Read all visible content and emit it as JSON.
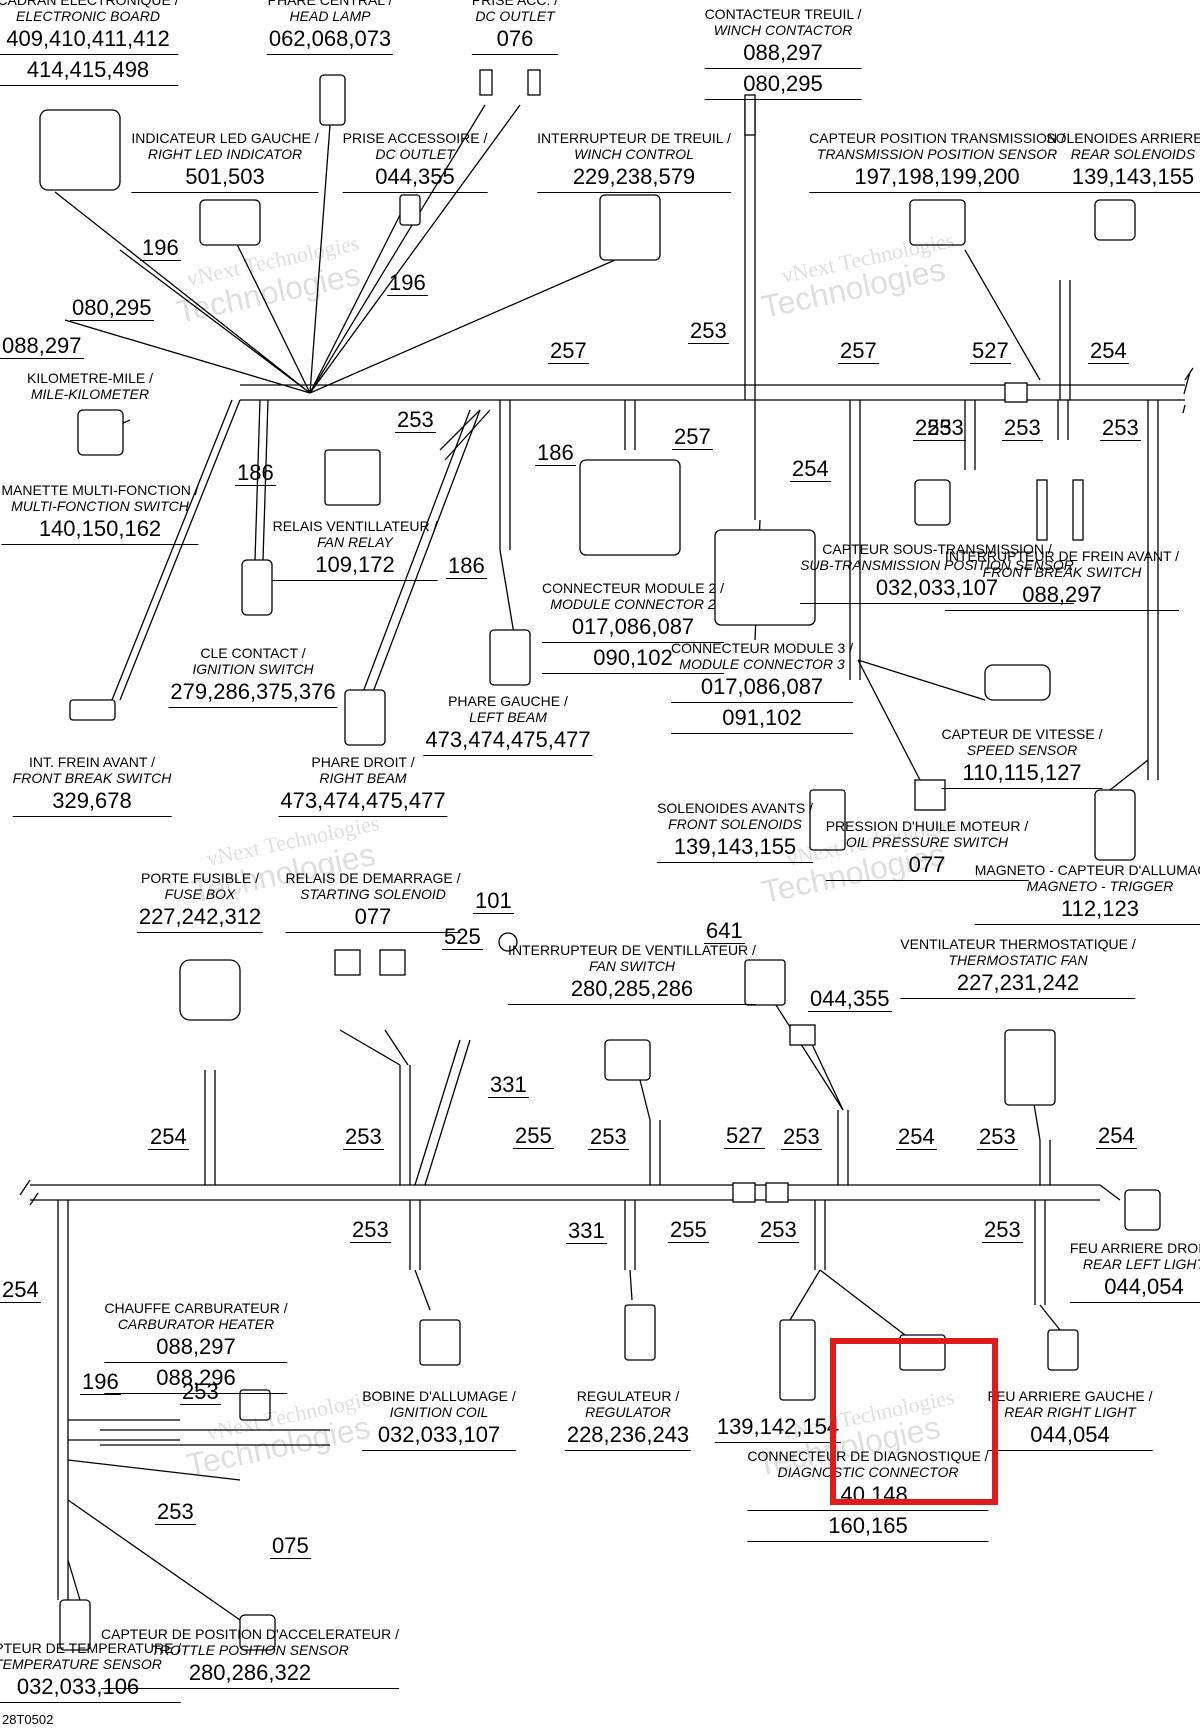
{
  "doc_code": "28T0502",
  "highlight_color": "#e01b1b",
  "watermark": {
    "line1": "vNext Technologies",
    "line2": "Technologies"
  },
  "components": [
    {
      "id": "electronic-board",
      "fr": "CADRAN ELECTRONIQUE /",
      "en": "ELECTRONIC BOARD",
      "numbers": [
        "409,410,411,412",
        "414,415,498"
      ]
    },
    {
      "id": "head-lamp",
      "fr": "PHARE CENTRAL /",
      "en": "HEAD LAMP",
      "numbers": [
        "062,068,073"
      ]
    },
    {
      "id": "dc-outlet-top",
      "fr": "PRISE ACC. /",
      "en": "DC OUTLET",
      "numbers": [
        "076"
      ]
    },
    {
      "id": "winch-contactor",
      "fr": "CONTACTEUR TREUIL /",
      "en": "WINCH CONTACTOR",
      "numbers": [
        "088,297",
        "080,295"
      ]
    },
    {
      "id": "right-led-indicator",
      "fr": "INDICATEUR LED GAUCHE /",
      "en": "RIGHT LED INDICATOR",
      "numbers": [
        "501,503"
      ]
    },
    {
      "id": "dc-outlet-accessory",
      "fr": "PRISE ACCESSOIRE /",
      "en": "DC OUTLET",
      "numbers": [
        "044,355"
      ]
    },
    {
      "id": "winch-control",
      "fr": "INTERRUPTEUR DE TREUIL /",
      "en": "WINCH CONTROL",
      "numbers": [
        "229,238,579"
      ]
    },
    {
      "id": "transmission-position-sensor",
      "fr": "CAPTEUR POSITION TRANSMISSION /",
      "en": "TRANSMISSION POSITION SENSOR",
      "numbers": [
        "197,198,199,200"
      ]
    },
    {
      "id": "rear-solenoids",
      "fr": "SOLENOIDES ARRIERES /",
      "en": "REAR SOLENOIDS",
      "numbers": [
        "139,143,155"
      ]
    },
    {
      "id": "mile-kilometer",
      "fr": "KILOMETRE-MILE /",
      "en": "MILE-KILOMETER",
      "numbers": []
    },
    {
      "id": "multi-fonction-switch",
      "fr": "MANETTE MULTI-FONCTION /",
      "en": "MULTI-FONCTION SWITCH",
      "numbers": [
        "140,150,162"
      ]
    },
    {
      "id": "fan-relay",
      "fr": "RELAIS VENTILLATEUR /",
      "en": "FAN RELAY",
      "numbers": [
        "109,172"
      ]
    },
    {
      "id": "ignition-switch",
      "fr": "CLE CONTACT /",
      "en": "IGNITION SWITCH",
      "numbers": [
        "279,286,375,376"
      ]
    },
    {
      "id": "module-connector-2",
      "fr": "CONNECTEUR MODULE 2 /",
      "en": "MODULE CONNECTOR 2",
      "numbers": [
        "017,086,087",
        "090,102"
      ]
    },
    {
      "id": "sub-transmission-sensor",
      "fr": "CAPTEUR SOUS-TRANSMISSION /",
      "en": "SUB-TRANSMISSION POSITION SENSOR",
      "numbers": [
        "032,033,107"
      ]
    },
    {
      "id": "front-break-switch-right",
      "fr": "INTERRUPTEUR DE FREIN AVANT /",
      "en": "FRONT BREAK SWITCH",
      "numbers": [
        "088,297"
      ]
    },
    {
      "id": "module-connector-3",
      "fr": "CONNECTEUR MODULE 3 /",
      "en": "MODULE CONNECTOR 3",
      "numbers": [
        "017,086,087",
        "091,102"
      ]
    },
    {
      "id": "left-beam",
      "fr": "PHARE GAUCHE /",
      "en": "LEFT BEAM",
      "numbers": [
        "473,474,475,477"
      ]
    },
    {
      "id": "right-beam",
      "fr": "PHARE DROIT /",
      "en": "RIGHT BEAM",
      "numbers": [
        "473,474,475,477"
      ]
    },
    {
      "id": "front-break-switch-left",
      "fr": "INT. FREIN AVANT /",
      "en": "FRONT BREAK SWITCH",
      "numbers": [
        "329,678"
      ]
    },
    {
      "id": "speed-sensor",
      "fr": "CAPTEUR DE VITESSE /",
      "en": "SPEED SENSOR",
      "numbers": [
        "110,115,127"
      ]
    },
    {
      "id": "front-solenoids",
      "fr": "SOLENOIDES AVANTS /",
      "en": "FRONT SOLENOIDS",
      "numbers": [
        "139,143,155"
      ]
    },
    {
      "id": "oil-pressure-switch",
      "fr": "PRESSION D'HUILE MOTEUR /",
      "en": "OIL PRESSURE SWITCH",
      "numbers": [
        "077"
      ]
    },
    {
      "id": "magneto-trigger",
      "fr": "MAGNETO - CAPTEUR D'ALLUMAGE /",
      "en": "MAGNETO - TRIGGER",
      "numbers": [
        "112,123"
      ]
    },
    {
      "id": "fuse-box",
      "fr": "PORTE FUSIBLE /",
      "en": "FUSE BOX",
      "numbers": [
        "227,242,312"
      ]
    },
    {
      "id": "starting-solenoid",
      "fr": "RELAIS DE DEMARRAGE /",
      "en": "STARTING SOLENOID",
      "numbers": [
        "077"
      ]
    },
    {
      "id": "fan-switch",
      "fr": "INTERRUPTEUR DE VENTILLATEUR /",
      "en": "FAN SWITCH",
      "numbers": [
        "280,285,286"
      ]
    },
    {
      "id": "thermostatic-fan",
      "fr": "VENTILATEUR THERMOSTATIQUE /",
      "en": "THERMOSTATIC FAN",
      "numbers": [
        "227,231,242"
      ]
    },
    {
      "id": "rear-left-light",
      "fr": "FEU ARRIERE DROIT /",
      "en": "REAR LEFT LIGHT",
      "numbers": [
        "044,054"
      ]
    },
    {
      "id": "carburator-heater",
      "fr": "CHAUFFE CARBURATEUR /",
      "en": "CARBURATOR HEATER",
      "numbers": [
        "088,297",
        "088,296"
      ]
    },
    {
      "id": "ignition-coil",
      "fr": "BOBINE D'ALLUMAGE /",
      "en": "IGNITION COIL",
      "numbers": [
        "032,033,107"
      ]
    },
    {
      "id": "regulator",
      "fr": "REGULATEUR /",
      "en": "REGULATOR",
      "numbers": [
        "228,236,243"
      ]
    },
    {
      "id": "connector-unlabeled",
      "fr": "",
      "en": "",
      "numbers": [
        "139,142,154"
      ]
    },
    {
      "id": "diagnostic-connector",
      "fr": "CONNECTEUR DE DIAGNOSTIQUE /",
      "en": "DIAGNOSTIC CONNECTOR",
      "numbers": [
        "140,148",
        "160,165"
      ]
    },
    {
      "id": "rear-right-light",
      "fr": "FEU ARRIERE GAUCHE /",
      "en": "REAR RIGHT LIGHT",
      "numbers": [
        "044,054"
      ]
    },
    {
      "id": "temperature-sensor",
      "fr": "CAPTEUR DE TEMPERATURE /",
      "en": "TEMPERATURE SENSOR",
      "numbers": [
        "032,033,106"
      ]
    },
    {
      "id": "trottle-position-sensor",
      "fr": "CAPTEUR DE POSITION D'ACCELERATEUR /",
      "en": "TROTTLE POSITION SENSOR",
      "numbers": [
        "280,286,322"
      ]
    }
  ],
  "wire_labels": [
    "196",
    "080,295",
    "088,297",
    "196",
    "257",
    "257",
    "527",
    "253",
    "254",
    "253",
    "186",
    "186",
    "186",
    "253",
    "257",
    "254",
    "253",
    "253",
    "253",
    "101",
    "525",
    "641",
    "044,355",
    "331",
    "254",
    "253",
    "255",
    "253",
    "527",
    "253",
    "254",
    "253",
    "254",
    "253",
    "331",
    "255",
    "253",
    "253",
    "254",
    "196",
    "253",
    "253",
    "075"
  ]
}
